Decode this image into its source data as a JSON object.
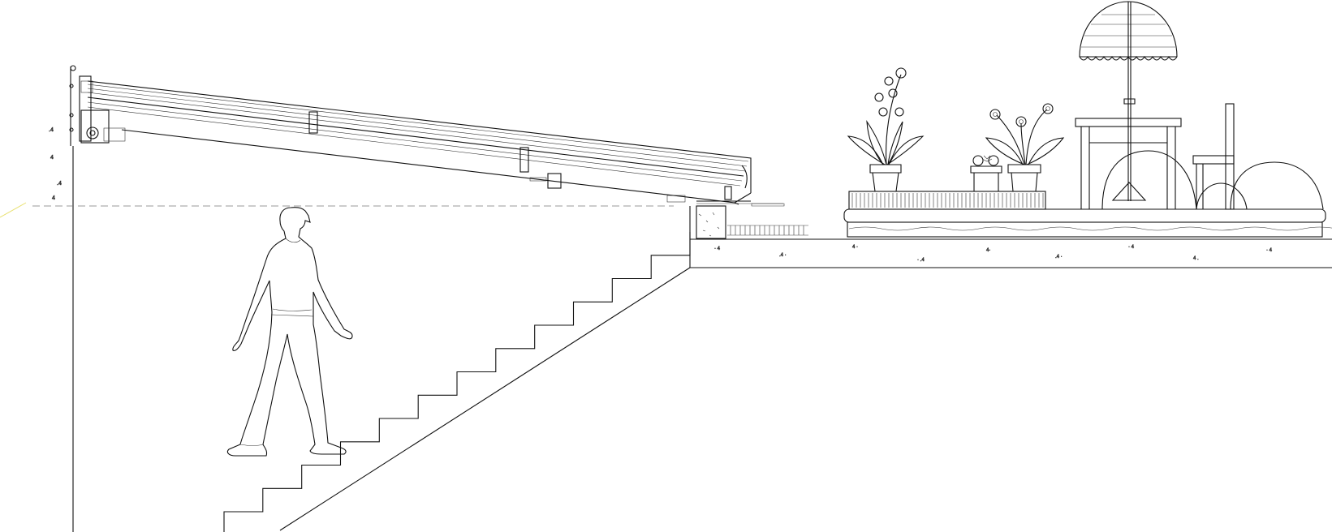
{
  "drawing": {
    "type": "architectural-section",
    "background": "#ffffff",
    "line_color": "#111111",
    "guide_color": "#e8e070",
    "elements": [
      "wall-section",
      "sliding-roof-hatch",
      "staircase",
      "walking-person",
      "hatch-curb",
      "roof-terrace-slab",
      "roof-deck",
      "flower-pots",
      "patio-umbrella",
      "patio-table",
      "patio-chair",
      "shrubs"
    ],
    "stairs": {
      "steps": 12
    }
  }
}
